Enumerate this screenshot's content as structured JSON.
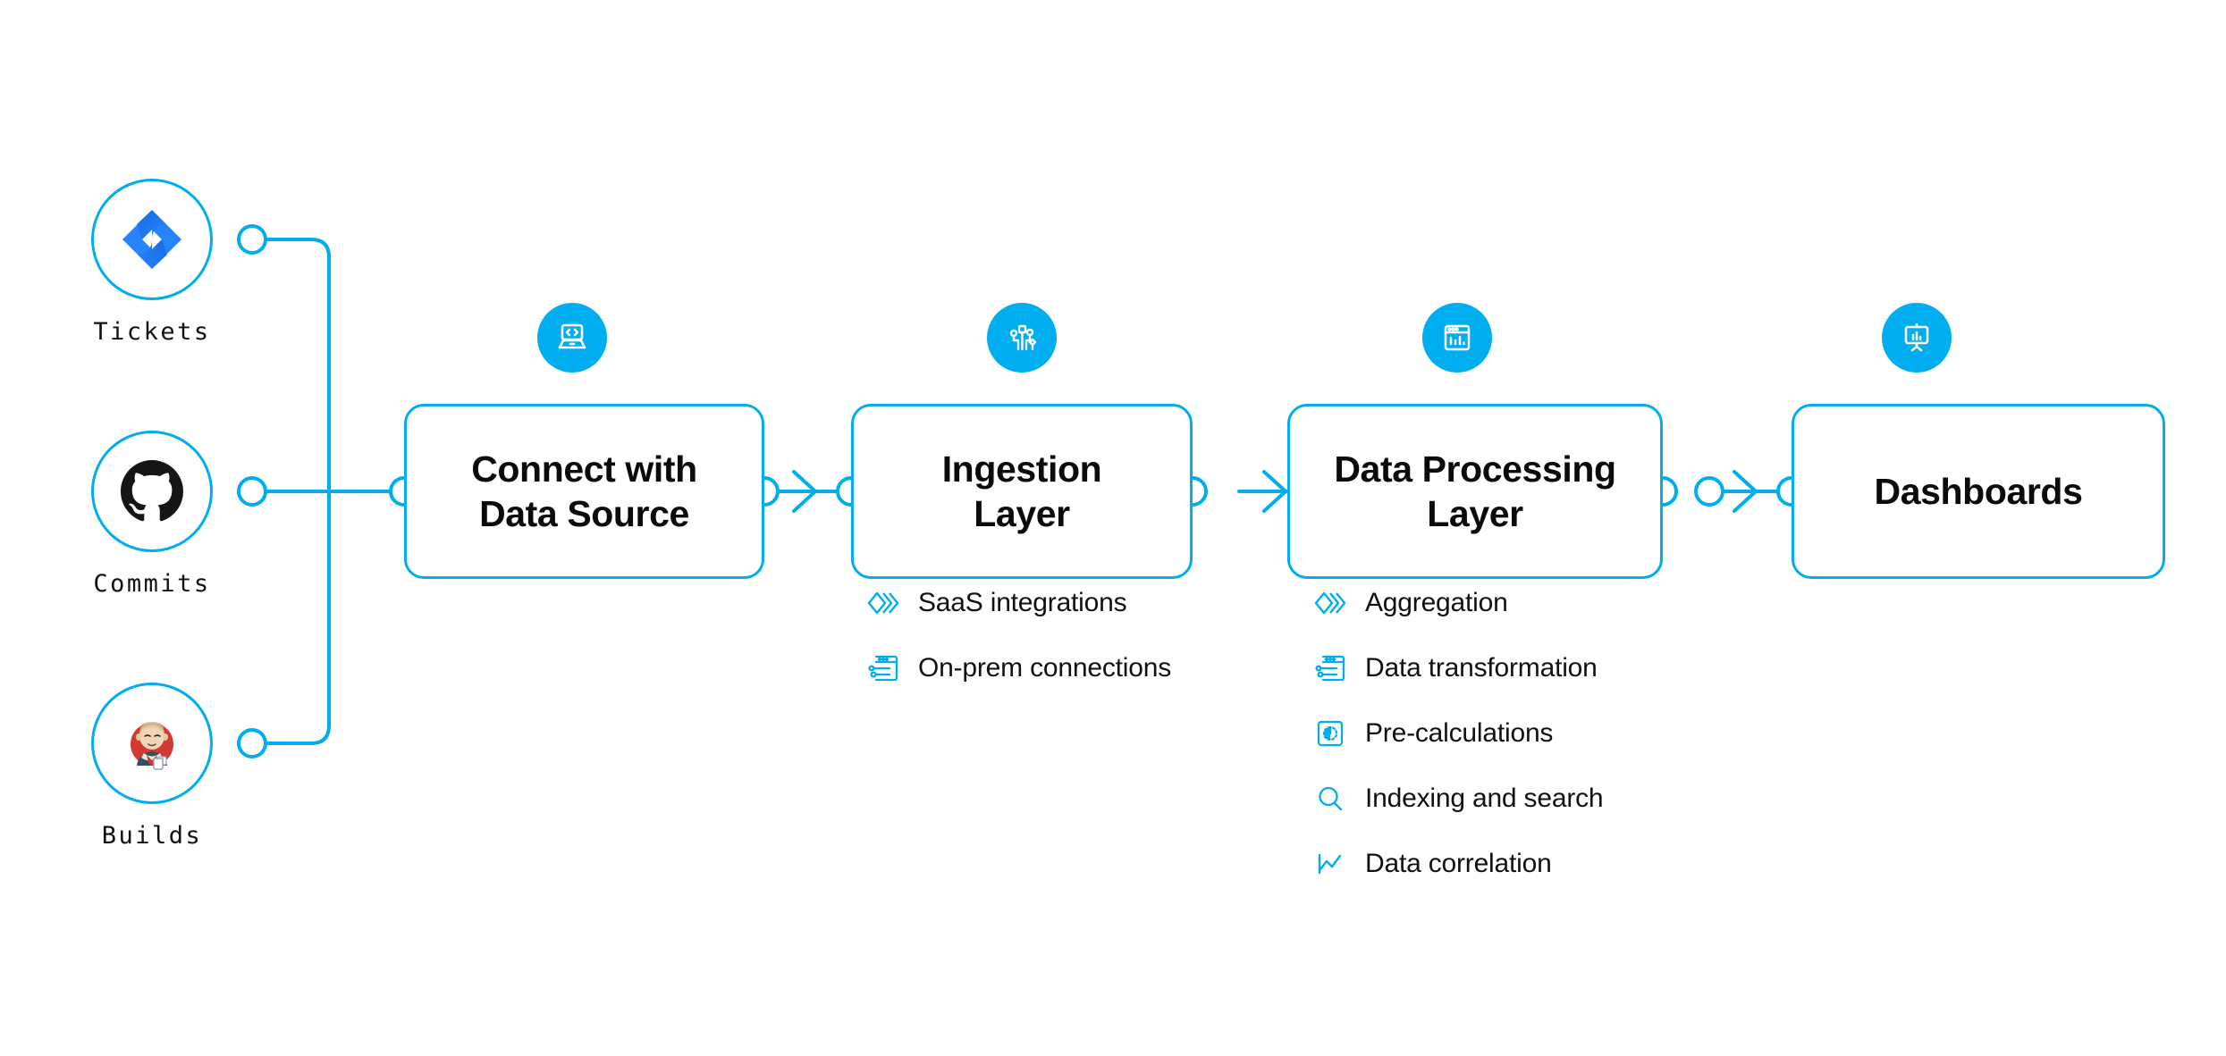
{
  "theme": {
    "accent": "#00AEF0",
    "badge_fill": "#00AEF0",
    "text": "#111111",
    "background": "#FFFFFF",
    "jira_blue": "#2684FF",
    "jira_blue_dark": "#1868DB",
    "github_black": "#151515",
    "jenkins_red": "#D33833"
  },
  "sources": [
    {
      "label": "Tickets",
      "icon": "jira-icon"
    },
    {
      "label": "Commits",
      "icon": "github-icon"
    },
    {
      "label": "Builds",
      "icon": "jenkins-icon"
    }
  ],
  "stages": [
    {
      "title": "Connect with\nData Source",
      "badge_icon": "laptop-code-icon",
      "features": []
    },
    {
      "title": "Ingestion\nLayer",
      "badge_icon": "circuit-nodes-icon",
      "features": [
        {
          "label": "SaaS integrations",
          "icon": "stacked-chevrons-icon"
        },
        {
          "label": "On-prem connections",
          "icon": "window-sliders-icon"
        }
      ]
    },
    {
      "title": "Data Processing\nLayer",
      "badge_icon": "window-barchart-icon",
      "features": [
        {
          "label": "Aggregation",
          "icon": "stacked-chevrons-icon"
        },
        {
          "label": "Data transformation",
          "icon": "window-sliders-icon"
        },
        {
          "label": "Pre-calculations",
          "icon": "gauge-square-icon"
        },
        {
          "label": "Indexing and search",
          "icon": "magnifier-icon"
        },
        {
          "label": "Data correlation",
          "icon": "line-chart-icon"
        }
      ]
    },
    {
      "title": "Dashboards",
      "badge_icon": "presentation-chart-icon",
      "features": []
    }
  ]
}
